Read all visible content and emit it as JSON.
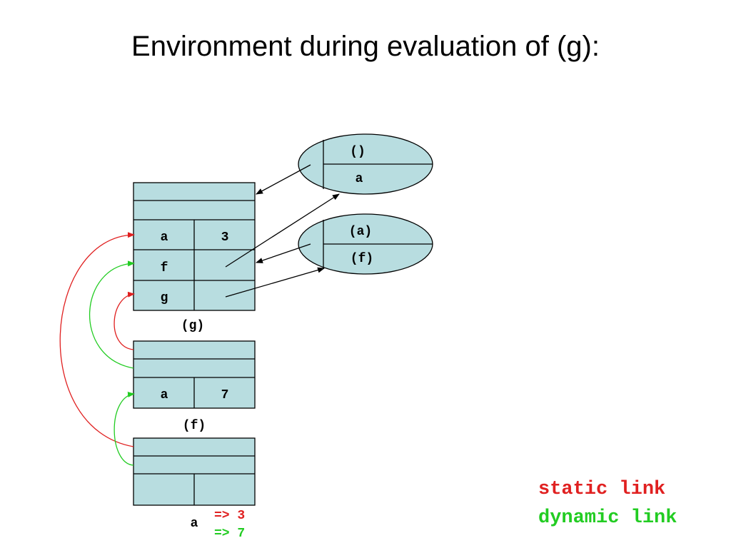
{
  "title": "Environment during evaluation of (g):",
  "closures": {
    "c1": {
      "params": "()",
      "body": "a"
    },
    "c2": {
      "params": "(a)",
      "body": "(f)"
    }
  },
  "frames": {
    "global": {
      "label": "(g)",
      "bindings": [
        {
          "name": "a",
          "value": "3"
        },
        {
          "name": "f",
          "value": ""
        },
        {
          "name": "g",
          "value": ""
        }
      ]
    },
    "g_frame": {
      "label": "(f)",
      "bindings": [
        {
          "name": "a",
          "value": "7"
        }
      ]
    },
    "f_frame": {
      "label": "a",
      "results": {
        "static": "=> 3",
        "dynamic": "=> 7"
      }
    }
  },
  "legend": {
    "static_label": "static link",
    "dynamic_label": "dynamic link"
  },
  "colors": {
    "cell_fill": "#b8dde0",
    "static_link": "#e02020",
    "dynamic_link": "#22cc22",
    "pointer": "#000000"
  }
}
